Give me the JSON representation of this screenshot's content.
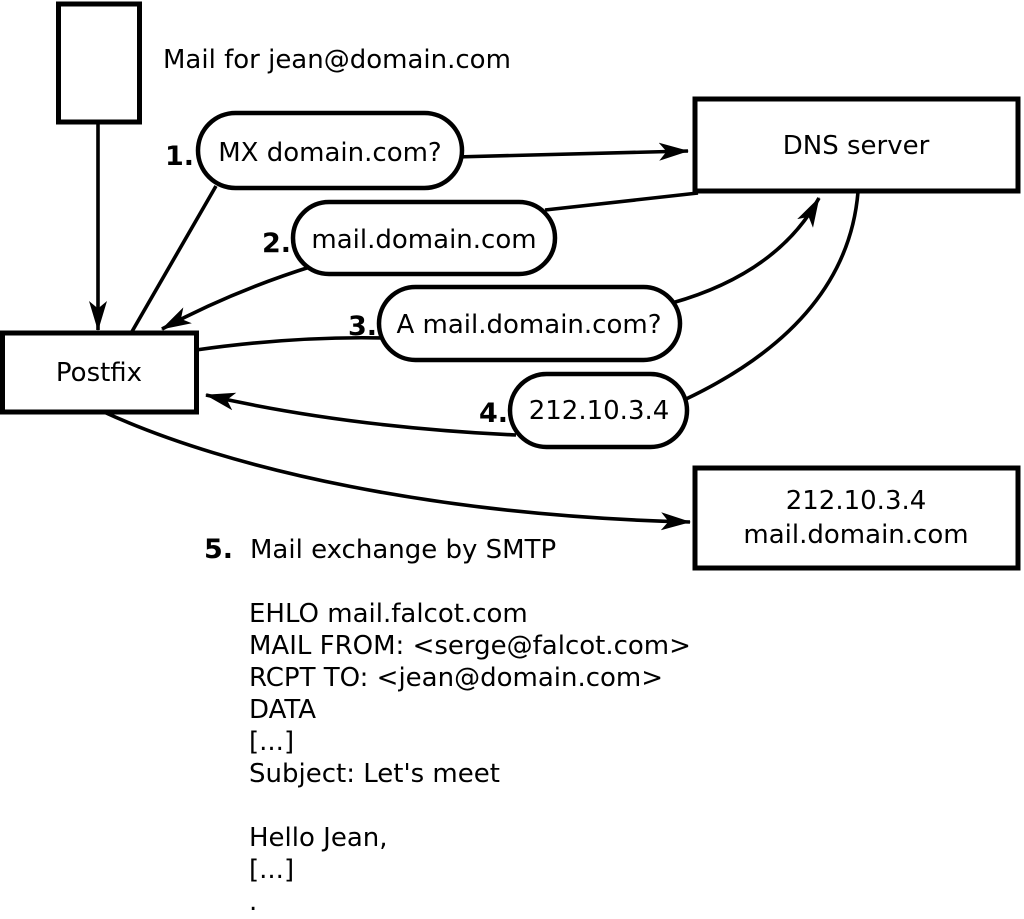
{
  "colors": {
    "ink": "#000000",
    "background": "#ffffff"
  },
  "title": "Mail for jean@domain.com",
  "nodes": {
    "postfix": {
      "label": "Postfix"
    },
    "dns_server": {
      "label": "DNS server"
    },
    "mail_server": {
      "line1": "212.10.3.4",
      "line2": "mail.domain.com"
    }
  },
  "steps": [
    {
      "num": "1.",
      "label": "MX domain.com?"
    },
    {
      "num": "2.",
      "label": "mail.domain.com"
    },
    {
      "num": "3.",
      "label": "A mail.domain.com?"
    },
    {
      "num": "4.",
      "label": "212.10.3.4"
    },
    {
      "num": "5.",
      "label": "Mail exchange by SMTP"
    }
  ],
  "smtp_session": {
    "lines": [
      "EHLO mail.falcot.com",
      "MAIL FROM: <serge@falcot.com>",
      "RCPT TO: <jean@domain.com>",
      "DATA",
      "[...]",
      "Subject: Let's meet",
      "",
      "Hello Jean,",
      "[...]",
      "."
    ]
  }
}
